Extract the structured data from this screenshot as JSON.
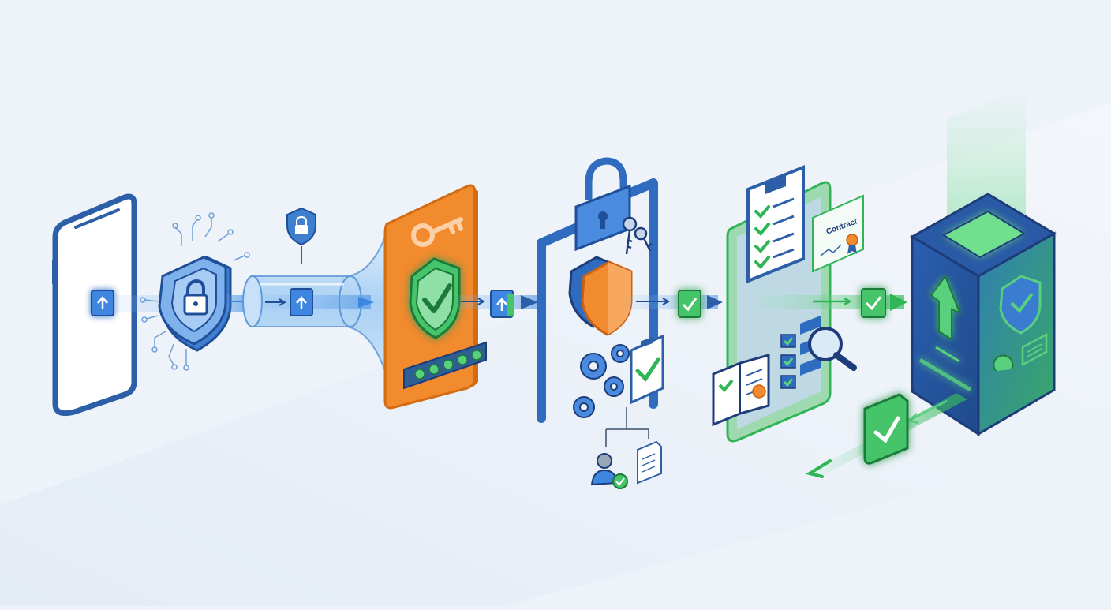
{
  "diagram": {
    "contract_label": "Contract",
    "colors": {
      "background": "#eef3f9",
      "blue_stroke": "#2d5fa8",
      "blue_fill": "#4a8be0",
      "orange": "#f28a2e",
      "green": "#35b85a",
      "navy": "#1d3d7a"
    },
    "stages": [
      {
        "id": "mobile-device",
        "icon": "smartphone-icon"
      },
      {
        "id": "encryption",
        "icon": "shield-lock-icon"
      },
      {
        "id": "secure-tunnel",
        "icon": "tunnel-icon"
      },
      {
        "id": "key-authentication",
        "icon": "key-shield-icon"
      },
      {
        "id": "access-control",
        "icon": "padlock-gate-icon"
      },
      {
        "id": "compliance-review",
        "icon": "clipboard-checklist-icon"
      },
      {
        "id": "secure-storage",
        "icon": "server-cube-icon"
      }
    ]
  }
}
